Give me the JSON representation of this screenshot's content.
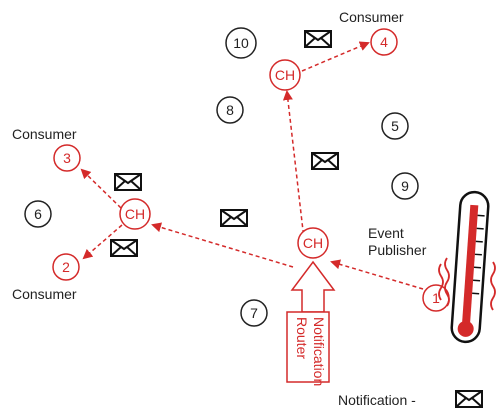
{
  "labels": {
    "consumer_top": "Consumer",
    "consumer_left_top": "Consumer",
    "consumer_left_bottom": "Consumer",
    "event_line1": "Event",
    "event_line2": "Publisher",
    "router_line1": "Notification",
    "router_line2": "Router",
    "legend": "Notification -"
  },
  "channel_label": "CH",
  "nodes_red": {
    "n1": "1",
    "n2": "2",
    "n3": "3",
    "n4": "4"
  },
  "nodes_black": {
    "n5": "5",
    "n6": "6",
    "n7": "7",
    "n8": "8",
    "n9": "9",
    "n10": "10"
  },
  "colors": {
    "accent": "#d42a2a",
    "ink": "#222222"
  },
  "icons": {
    "message": "envelope-icon",
    "thermometer": "thermometer-icon"
  }
}
